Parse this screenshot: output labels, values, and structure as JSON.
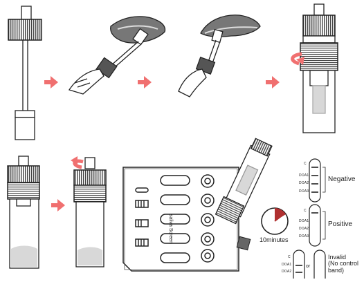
{
  "timer": {
    "label": "10minutes"
  },
  "results": {
    "negative": {
      "label": "Negative",
      "bands": [
        "C",
        "DOA1",
        "DOA2",
        "DOA3"
      ]
    },
    "positive": {
      "label": "Positive",
      "bands": [
        "C",
        "DOA1",
        "DOA2",
        "DOA3"
      ]
    },
    "invalid": {
      "label": "Invalid\n(No control\nband)",
      "bands": [
        "C",
        "DOA1",
        "DOA2"
      ],
      "or_label": "or"
    }
  },
  "device": {
    "brand_text": "saliva Screen"
  },
  "colors": {
    "arrow": "#f07070",
    "timer_wedge": "#b03030",
    "sample_fill": "#d8d8d8"
  }
}
